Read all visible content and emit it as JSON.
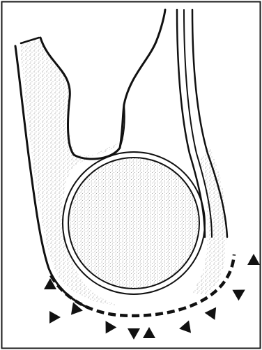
{
  "figure": {
    "colors": {
      "ink": "#111111",
      "background": "#ffffff",
      "frame": "#1a1a1a",
      "stipple": "#8a8a8a"
    },
    "shapes": {
      "frame": "rectangular-border",
      "left_sac": "stippled-funnel",
      "sphere": "stippled-circle",
      "tube": "double-walled-tube",
      "arc": "dashed-arc"
    },
    "markers": {
      "shape": "filled-triangle",
      "count": 10
    }
  }
}
